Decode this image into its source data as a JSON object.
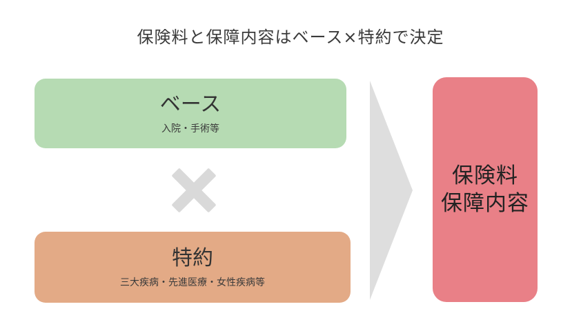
{
  "title": "保険料と保障内容はベース×特約で決定",
  "base": {
    "heading": "ベース",
    "detail": "入院・手術等"
  },
  "tokuyaku": {
    "heading": "特約",
    "detail": "三大疾病・先進医療・女性疾病等"
  },
  "result": {
    "line1": "保険料",
    "line2": "保障内容"
  },
  "icons": {
    "operator": "multiply-icon",
    "flow": "arrow-right-icon"
  },
  "colors": {
    "base_fill": "#b6dbb3",
    "tokuyaku_fill": "#e3aa86",
    "result_fill": "#e98087",
    "operator": "#d9d9d9",
    "arrow": "#dedede"
  }
}
